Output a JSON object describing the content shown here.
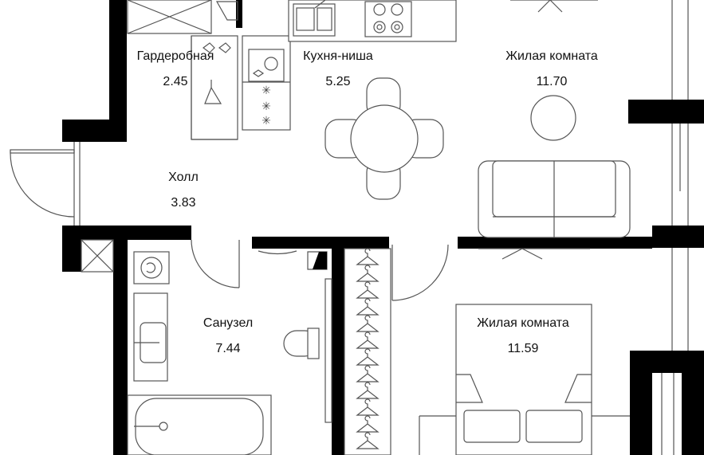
{
  "rooms": {
    "wardrobe": {
      "name": "Гардеробная",
      "area": "2.45"
    },
    "kitchen": {
      "name": "Кухня-ниша",
      "area": "5.25"
    },
    "living1": {
      "name": "Жилая комната",
      "area": "11.70"
    },
    "hall": {
      "name": "Холл",
      "area": "3.83"
    },
    "bathroom": {
      "name": "Санузел",
      "area": "7.44"
    },
    "living2": {
      "name": "Жилая комната",
      "area": "11.59"
    }
  },
  "colors": {
    "wall": "#000000",
    "line": "#555555",
    "background": "#ffffff"
  }
}
